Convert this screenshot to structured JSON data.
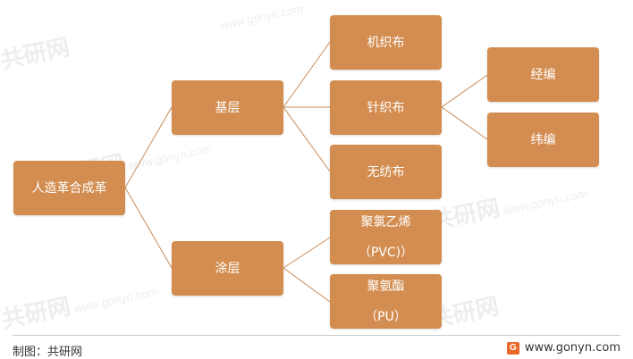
{
  "colors": {
    "node_fill": "#d38d50",
    "node_text": "#ffffff",
    "connector": "#c98a56"
  },
  "nodes": {
    "root": "人造革合成革",
    "base_layer": "基层",
    "coating": "涂层",
    "woven": "机织布",
    "knitted": "针织布",
    "nonwoven": "无纺布",
    "warp": "经编",
    "weft": "纬编",
    "pvc_line1": "聚氯乙烯",
    "pvc_line2": "（PVC)）",
    "pu_line1": "聚氨酯",
    "pu_line2": "（PU）"
  },
  "footer": {
    "source": "制图：共研网",
    "website": "www.gonyn.com"
  },
  "watermark": {
    "brand": "共研网",
    "site": "www.gonyn.com"
  }
}
